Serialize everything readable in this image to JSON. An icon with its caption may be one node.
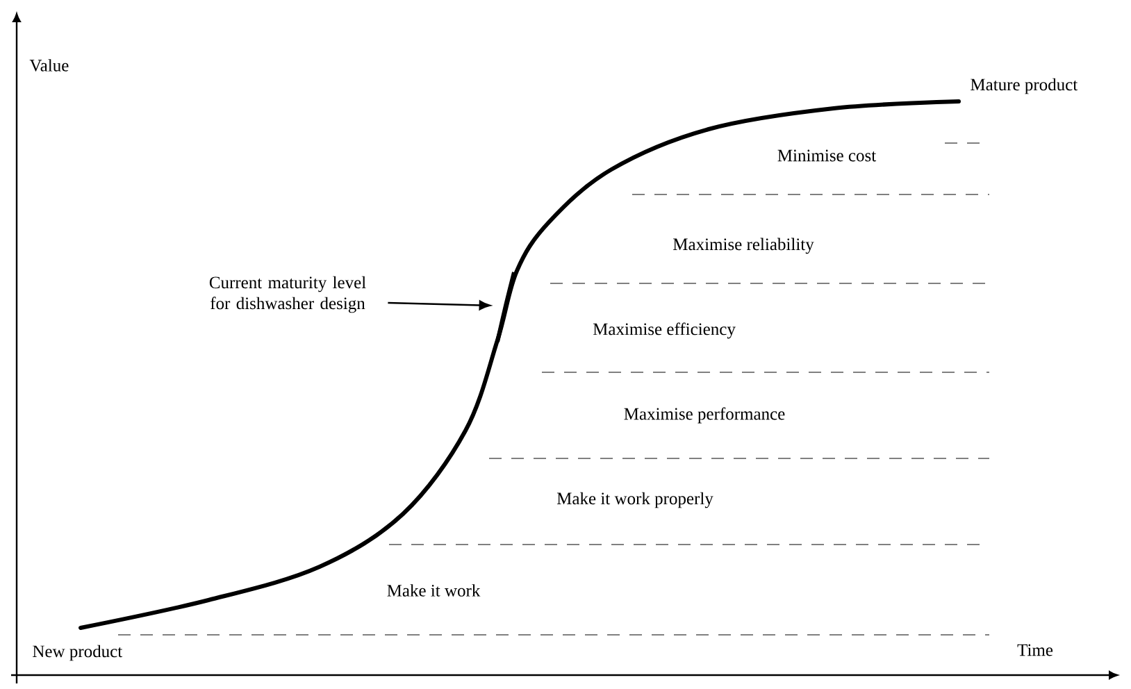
{
  "diagram": {
    "nodes": [
      {
        "text": [
          "Current maturity level for dishwasher design"
        ]
      },
      {
        "text": [],
        "shape": "curve"
      }
    ],
    "edges": [
      {
        "from": 0,
        "to": 1,
        "arrow": "to"
      }
    ],
    "labels": [
      "Value",
      "Mature product",
      "Minimise cost",
      "Maximise reliability",
      "Maximise efficiency",
      "Maximise performance",
      "Make it work properly",
      "Make it work",
      "New product",
      "Time"
    ]
  }
}
